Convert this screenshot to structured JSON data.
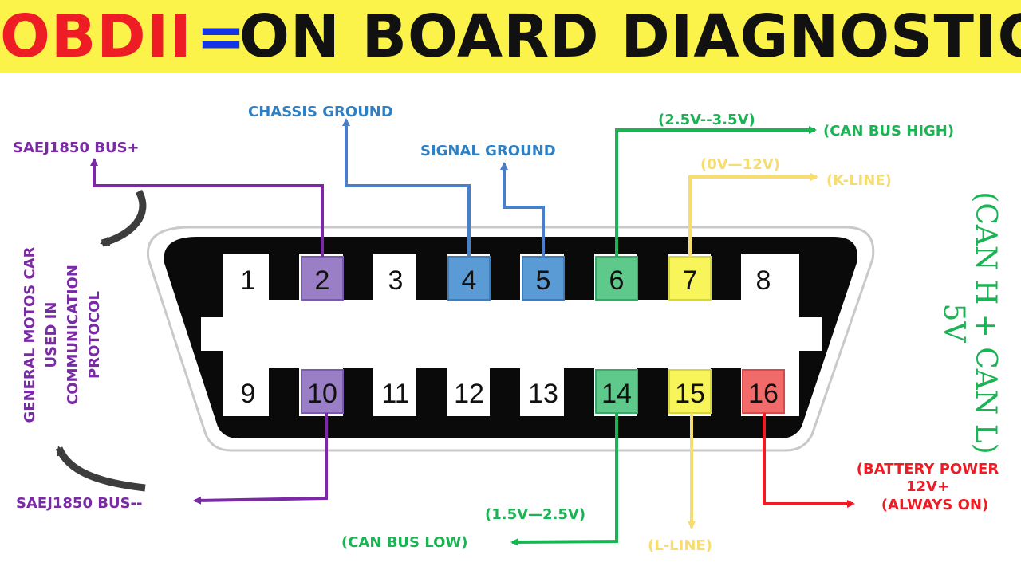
{
  "banner": {
    "obd": "OBDII",
    "equals": "=",
    "rest": "ON BOARD DIAGNOSTIC"
  },
  "pins_top": [
    "1",
    "2",
    "3",
    "4",
    "5",
    "6",
    "7",
    "8"
  ],
  "pins_bottom": [
    "9",
    "10",
    "11",
    "12",
    "13",
    "14",
    "15",
    "16"
  ],
  "labels": {
    "chassis_ground": "CHASSIS GROUND",
    "signal_ground": "SIGNAL GROUND",
    "sae_bus_plus": "SAEJ1850 BUS+",
    "sae_bus_minus": "SAEJ1850 BUS--",
    "can_high_range": "(2.5V--3.5V)",
    "can_high": "(CAN BUS HIGH)",
    "k_line_range": "(0V—12V)",
    "k_line": "(K-LINE)",
    "can_low_range": "(1.5V—2.5V)",
    "can_low": "(CAN BUS LOW)",
    "l_line": "(L-LINE)",
    "battery_1": "(BATTERY POWER",
    "battery_2": "12V+",
    "battery_3": "(ALWAYS ON)"
  },
  "side_note": {
    "line1": "GENERAL MOTOS CAR",
    "line2": "USED IN",
    "line3": "COMMUNICATION",
    "line4": "PROTOCOL"
  },
  "can_note": {
    "line1": "(CAN H + CAN L)",
    "line2": "5V"
  },
  "colors": {
    "banner_bg": "#fbf24a",
    "purple": "#7a2aa4",
    "blue": "#4a7ec8",
    "green": "#1bb455",
    "yellow": "#f7dc6f",
    "red": "#ee1c24",
    "pin_purple": "#9b7fc6",
    "pin_blue": "#5b9bd5",
    "pin_green": "#5ec98a",
    "pin_yellow": "#f7f55a",
    "pin_red": "#f26b6b"
  }
}
